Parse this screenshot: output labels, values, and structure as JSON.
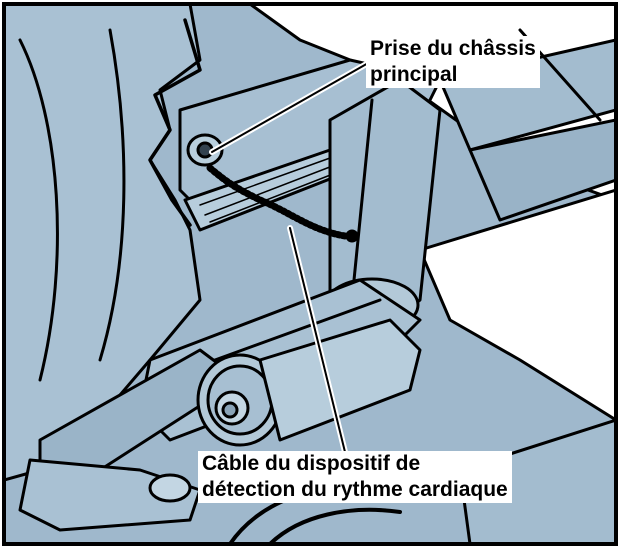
{
  "callouts": {
    "chassis_socket": {
      "line1": "Prise du châssis",
      "line2": "principal"
    },
    "heart_rate_cable": {
      "line1": "Câble du dispositif de",
      "line2": "détection du rythme cardiaque"
    }
  },
  "colors": {
    "metal": "#9fb8cc",
    "metal_dark": "#7f9bb2",
    "outline": "#000000",
    "background": "#ffffff"
  }
}
